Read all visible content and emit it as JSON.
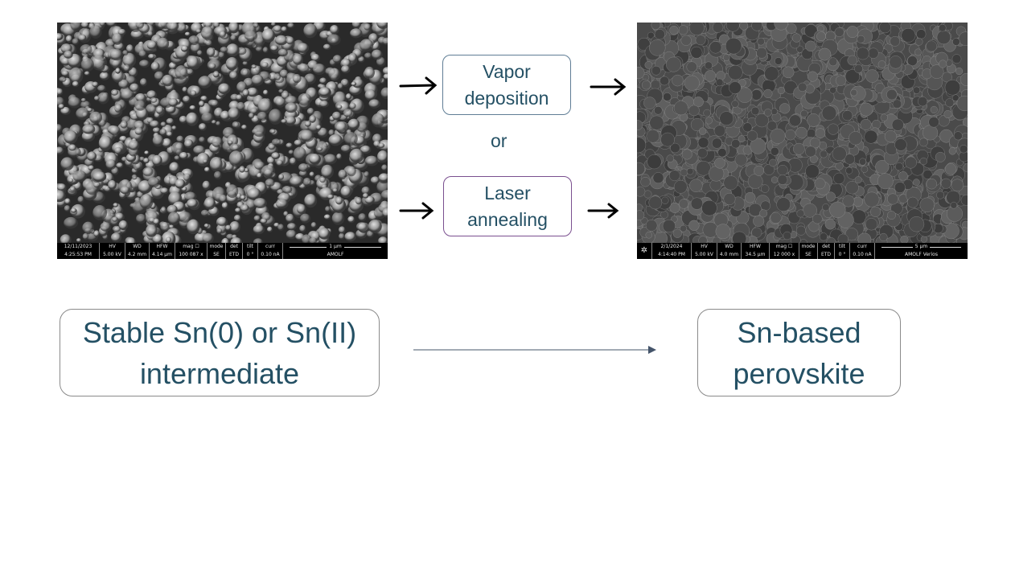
{
  "sem_left": {
    "date": "12/11/2023",
    "time": "4:25:53 PM",
    "hv_label": "HV",
    "hv": "5.00 kV",
    "wd_label": "WD",
    "wd": "4.2 mm",
    "hfw_label": "HFW",
    "hfw": "4.14 µm",
    "mag_label": "mag ☐",
    "mag": "100 087 x",
    "mode_label": "mode",
    "mode": "SE",
    "det_label": "det",
    "det": "ETD",
    "tilt_label": "tilt",
    "tilt": "0 °",
    "curr_label": "curr",
    "curr": "0.10 nA",
    "scale": "1 µm",
    "institute": "AMOLF"
  },
  "sem_right": {
    "date": "2/1/2024",
    "time": "4:14:40 PM",
    "hv_label": "HV",
    "hv": "5.00 kV",
    "wd_label": "WD",
    "wd": "4.0 mm",
    "hfw_label": "HFW",
    "hfw": "34.5 µm",
    "mag_label": "mag ☐",
    "mag": "12 000 x",
    "mode_label": "mode",
    "mode": "SE",
    "det_label": "det",
    "det": "ETD",
    "tilt_label": "tilt",
    "tilt": "0 °",
    "curr_label": "curr",
    "curr": "0.10 nA",
    "scale": "5 µm",
    "institute": "AMOLF Verios"
  },
  "process": {
    "vapor": "Vapor deposition",
    "or": "or",
    "laser": "Laser annealing"
  },
  "boxes": {
    "intermediate": "Stable Sn(0) or Sn(II) intermediate",
    "perovskite": "Sn-based perovskite"
  },
  "colors": {
    "text": "#245064",
    "vapor_border": "#5f7d95",
    "laser_border": "#7a4f8f"
  }
}
